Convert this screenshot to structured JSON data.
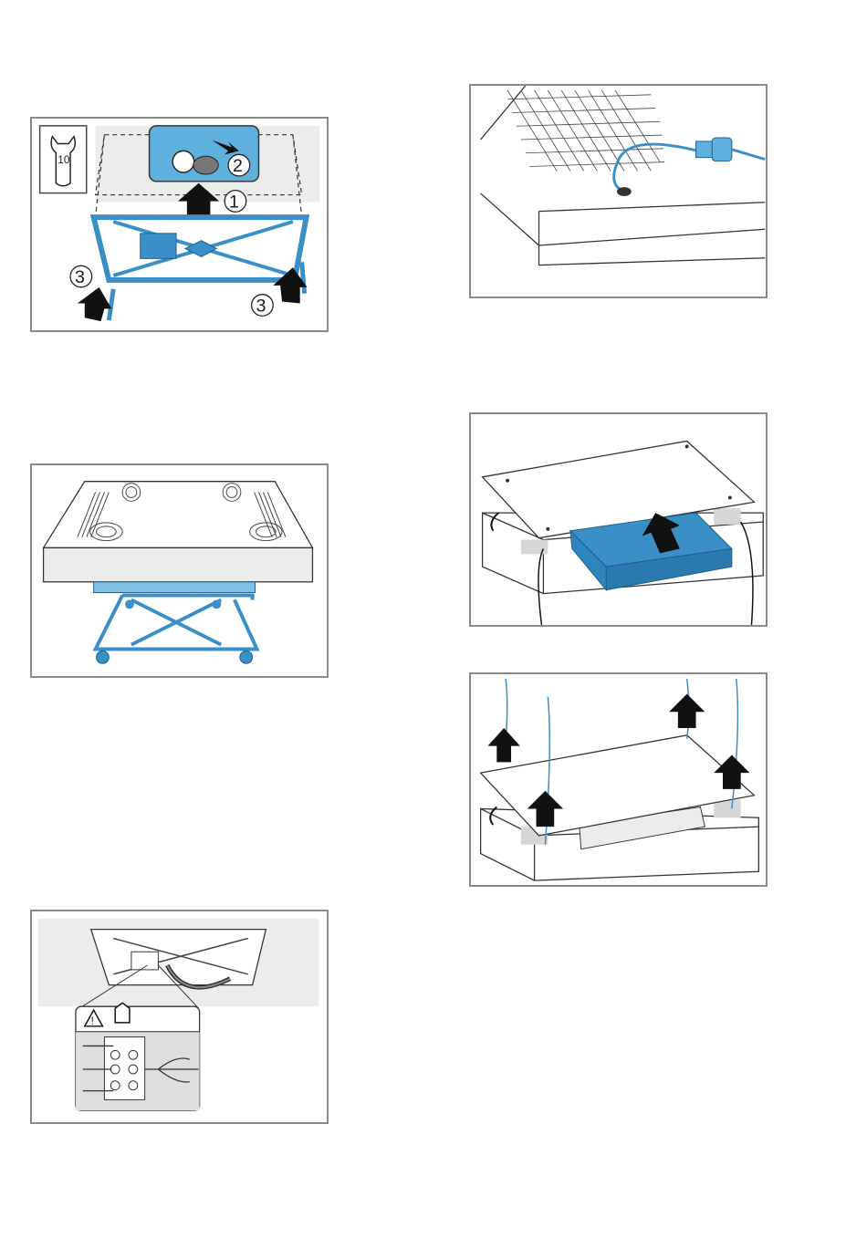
{
  "colors": {
    "accent": "#3a8fc7",
    "accent_dark": "#1f5f8c",
    "panel_border": "#8a8a8a",
    "bg_gray": "#ececec",
    "arrow": "#111111"
  },
  "figures": {
    "fig1": {
      "tool_size": "10",
      "callout_1": "1",
      "callout_2": "2",
      "callout_3a": "3",
      "callout_3b": "3"
    },
    "fig2": {},
    "fig3": {},
    "fig4": {},
    "fig5": {},
    "fig6": {}
  },
  "icons": [
    "wrench-icon",
    "warning-icon",
    "electrician-icon",
    "arrow-up-icon"
  ]
}
